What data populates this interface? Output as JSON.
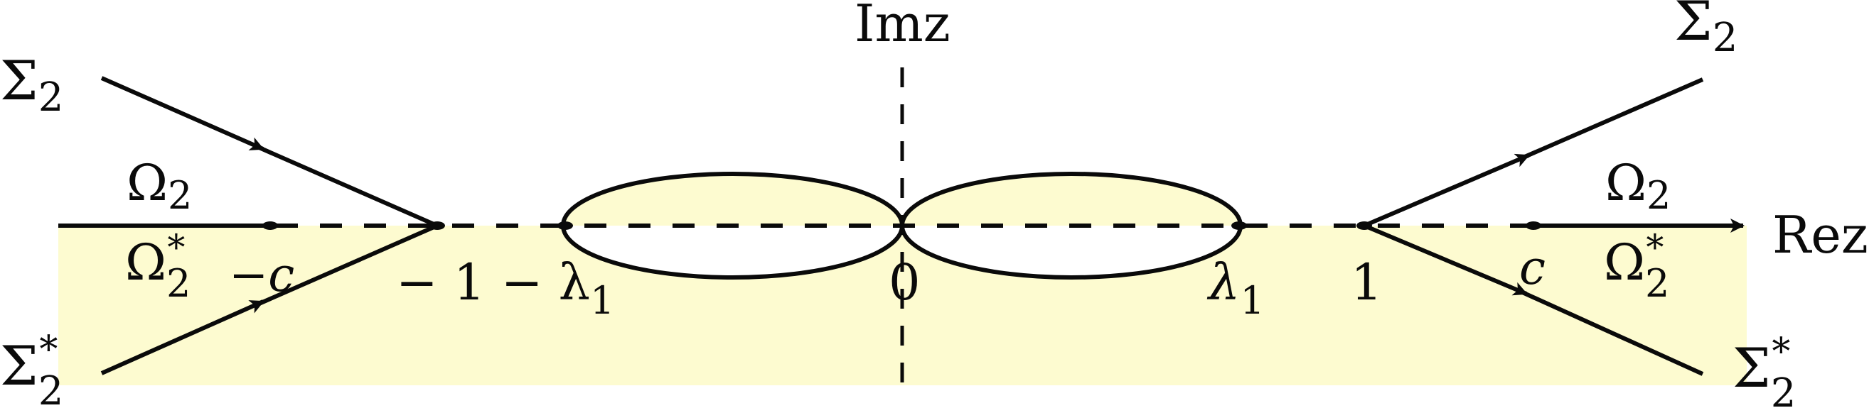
{
  "diagram": {
    "type": "complex-plane contour diagram",
    "colors": {
      "shading": "#FDFBD0",
      "stroke": "#0a0a0a",
      "background": "#ffffff"
    },
    "axes": {
      "real_label": "Rez",
      "imag_label": "Imz"
    },
    "points": {
      "minus_c": "−c",
      "minus_one_minus_lambda": "− 1 − λ",
      "minus_one_minus_lambda_sub": "1",
      "zero": "0",
      "lambda": "λ",
      "lambda_sub": "1",
      "one": "1",
      "c": "c"
    },
    "contours": {
      "sigma_upper_left": {
        "base": "Σ",
        "sub": "2",
        "sup": ""
      },
      "sigma_lower_left": {
        "base": "Σ",
        "sub": "2",
        "sup": "*"
      },
      "sigma_upper_right": {
        "base": "Σ",
        "sub": "2",
        "sup": ""
      },
      "sigma_lower_right": {
        "base": "Σ",
        "sub": "2",
        "sup": "*"
      }
    },
    "regions": {
      "omega_upper_left": {
        "base": "Ω",
        "sub": "2",
        "sup": ""
      },
      "omega_lower_left": {
        "base": "Ω",
        "sub": "2",
        "sup": "*"
      },
      "omega_upper_right": {
        "base": "Ω",
        "sub": "2",
        "sup": ""
      },
      "omega_lower_right": {
        "base": "Ω",
        "sub": "2",
        "sup": "*"
      }
    }
  }
}
